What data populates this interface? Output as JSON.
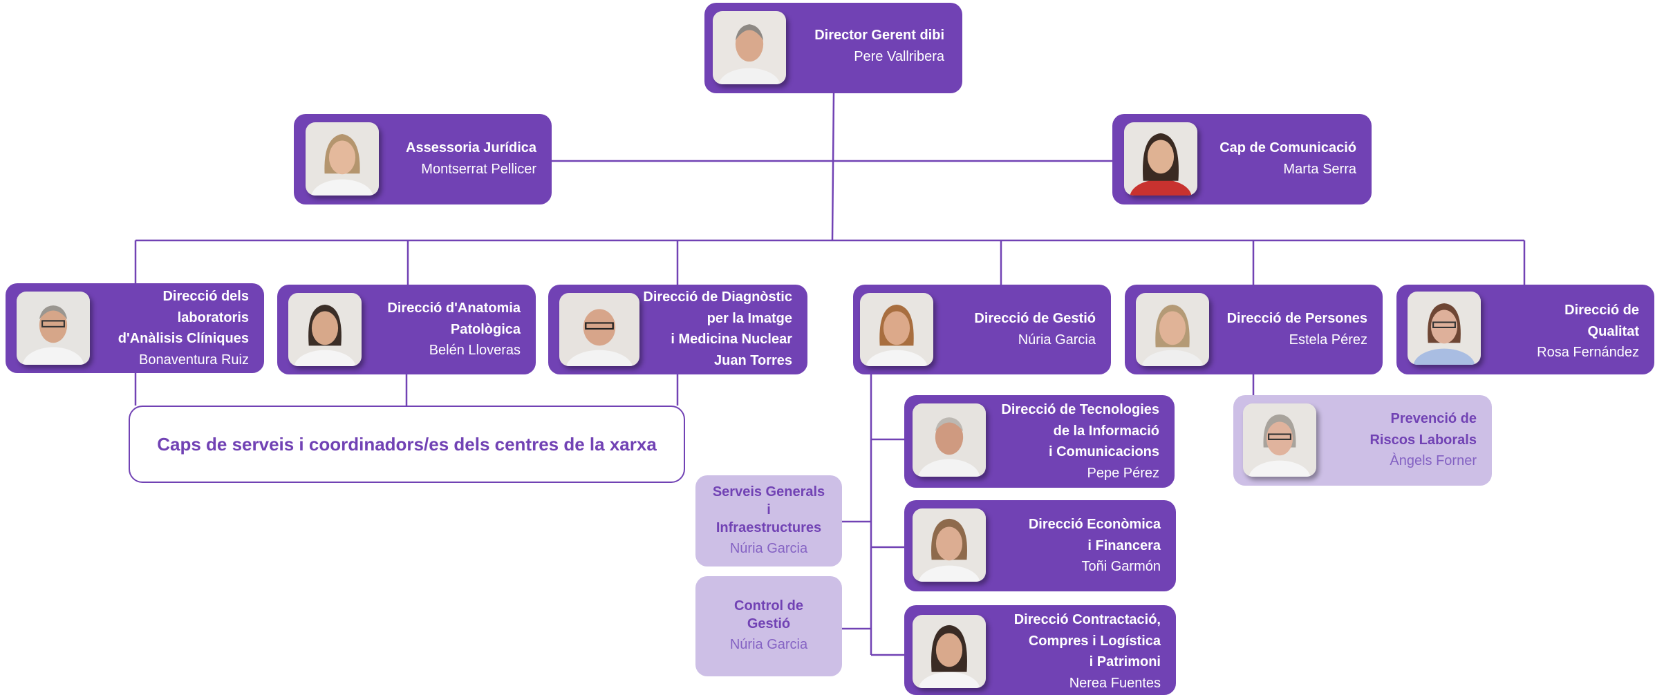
{
  "colors": {
    "box_dark": "#7142b4",
    "box_light": "#cdbfe6",
    "line": "#7142b4",
    "text_light_title": "#7142b4",
    "text_light_name": "#8462c3"
  },
  "nodes": {
    "director": {
      "title": "Director Gerent dibi",
      "name": "Pere Vallribera"
    },
    "assessoria": {
      "title": "Assessoria Jurídica",
      "name": "Montserrat Pellicer"
    },
    "comunicacio": {
      "title": "Cap de Comunicació",
      "name": "Marta Serra"
    },
    "laboratoris": {
      "title_lines": [
        "Direcció dels",
        "laboratoris",
        "d'Anàlisis Clíniques"
      ],
      "name": "Bonaventura Ruiz"
    },
    "anatomia": {
      "title_lines": [
        "Direcció d'Anatomia",
        "Patològica"
      ],
      "name": "Belén Lloveras"
    },
    "diagnostic": {
      "title_lines": [
        "Direcció de Diagnòstic",
        "per la Imatge",
        "i Medicina Nuclear",
        "Juan Torres"
      ]
    },
    "gestio": {
      "title": "Direcció de Gestió",
      "name": "Núria Garcia"
    },
    "persones": {
      "title": "Direcció de Persones",
      "name": "Estela Pérez"
    },
    "qualitat": {
      "title_lines": [
        "Direcció de",
        "Qualitat"
      ],
      "name": "Rosa Fernández"
    },
    "tecnologies": {
      "title_lines": [
        "Direcció de Tecnologies",
        "de la Informació",
        "i Comunicacions"
      ],
      "name": "Pepe Pérez"
    },
    "economica": {
      "title_lines": [
        "Direcció Econòmica",
        "i Financera"
      ],
      "name": "Toñi Garmón"
    },
    "contractacio": {
      "title_lines": [
        "Direcció Contractació,",
        "Compres i Logística",
        "i Patrimoni"
      ],
      "name": "Nerea Fuentes"
    },
    "prevencio": {
      "title_lines": [
        "Prevenció de",
        "Riscos Laborals"
      ],
      "name": "Àngels Forner"
    },
    "serveis": {
      "title_lines": [
        "Serveis Generals",
        "i",
        "Infraestructures"
      ],
      "name": "Núria Garcia"
    },
    "control": {
      "title_lines": [
        "Control de",
        "Gestió"
      ],
      "name": "Núria Garcia"
    }
  },
  "caps_box": {
    "text": "Caps de serveis i coordinadors/es dels centres de la xarxa"
  }
}
